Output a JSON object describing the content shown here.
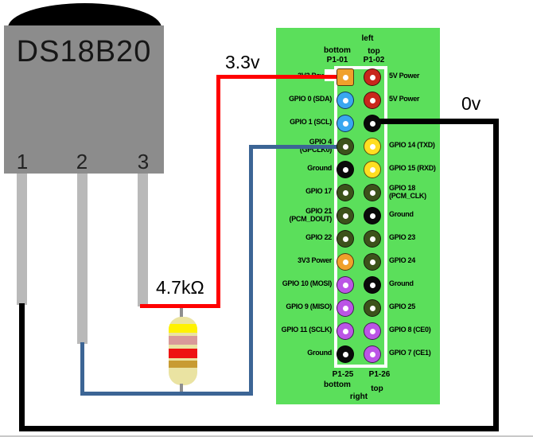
{
  "sensor": {
    "title": "DS18B20",
    "pin_numbers": [
      "1",
      "2",
      "3"
    ]
  },
  "annotations": {
    "supply": "3.3v",
    "ground": "0v",
    "resistor_value": "4.7kΩ"
  },
  "board": {
    "header": {
      "side": "left",
      "col_bottom": "bottom",
      "col_top": "top",
      "pin_bottom": "P1-01",
      "pin_top": "P1-02"
    },
    "footer": {
      "pin_bottom": "P1-25",
      "pin_top": "P1-26",
      "col_bottom": "bottom",
      "col_top": "top",
      "side": "right"
    },
    "rows": [
      {
        "left": "3V3 Power",
        "left_pin": "orange",
        "left_shape": "square",
        "right_pin": "red",
        "right": "5V Power"
      },
      {
        "left": "GPIO 0 (SDA)",
        "left_pin": "blue",
        "right_pin": "red",
        "right": "5V Power"
      },
      {
        "left": "GPIO 1 (SCL)",
        "left_pin": "blue",
        "right_pin": "black",
        "right": "Ground"
      },
      {
        "left": "GPIO 4",
        "left2": "(GPCLK0)",
        "left_pin": "dkgreen",
        "right_pin": "yellow",
        "right": "GPIO 14 (TXD)"
      },
      {
        "left": "Ground",
        "left_pin": "black",
        "right_pin": "yellow",
        "right": "GPIO 15 (RXD)"
      },
      {
        "left": "GPIO 17",
        "left_pin": "dkgreen",
        "right_pin": "dkgreen",
        "right": "GPIO 18",
        "right2": "(PCM_CLK)"
      },
      {
        "left": "GPIO 21",
        "left2": "(PCM_DOUT)",
        "left_pin": "dkgreen",
        "right_pin": "black",
        "right": "Ground"
      },
      {
        "left": "GPIO 22",
        "left_pin": "dkgreen",
        "right_pin": "dkgreen",
        "right": "GPIO 23"
      },
      {
        "left": "3V3 Power",
        "left_pin": "orange",
        "right_pin": "dkgreen",
        "right": "GPIO 24"
      },
      {
        "left": "GPIO 10 (MOSI)",
        "left_pin": "purple",
        "right_pin": "black",
        "right": "Ground"
      },
      {
        "left": "GPIO 9 (MISO)",
        "left_pin": "purple",
        "right_pin": "dkgreen",
        "right": "GPIO 25"
      },
      {
        "left": "GPIO 11 (SCLK)",
        "left_pin": "purple",
        "right_pin": "purple",
        "right": "GPIO 8 (CE0)"
      },
      {
        "left": "Ground",
        "left_pin": "black",
        "right_pin": "purple",
        "right": "GPIO 7 (CE1)"
      }
    ]
  },
  "colors": {
    "board_green": "#5BDF5B",
    "wire_red": "#FF0000",
    "wire_blue": "#3C6595",
    "wire_black": "#000000",
    "pin_orange": "#F0A12B",
    "pin_red": "#C8271C",
    "pin_blue": "#39A7F0",
    "pin_yellow": "#FFDE21",
    "pin_dkgreen": "#3C521B",
    "pin_purple": "#BB55E6",
    "pin_black": "#0A0A0A",
    "sensor_body": "#8C8C8C",
    "sensor_leg": "#B9B9B9",
    "resistor_body": "#EAE3A2",
    "band_yellow": "#FFF200",
    "band_pink": "#D99A99",
    "band_red": "#EE1313",
    "band_gold": "#C89B32"
  }
}
